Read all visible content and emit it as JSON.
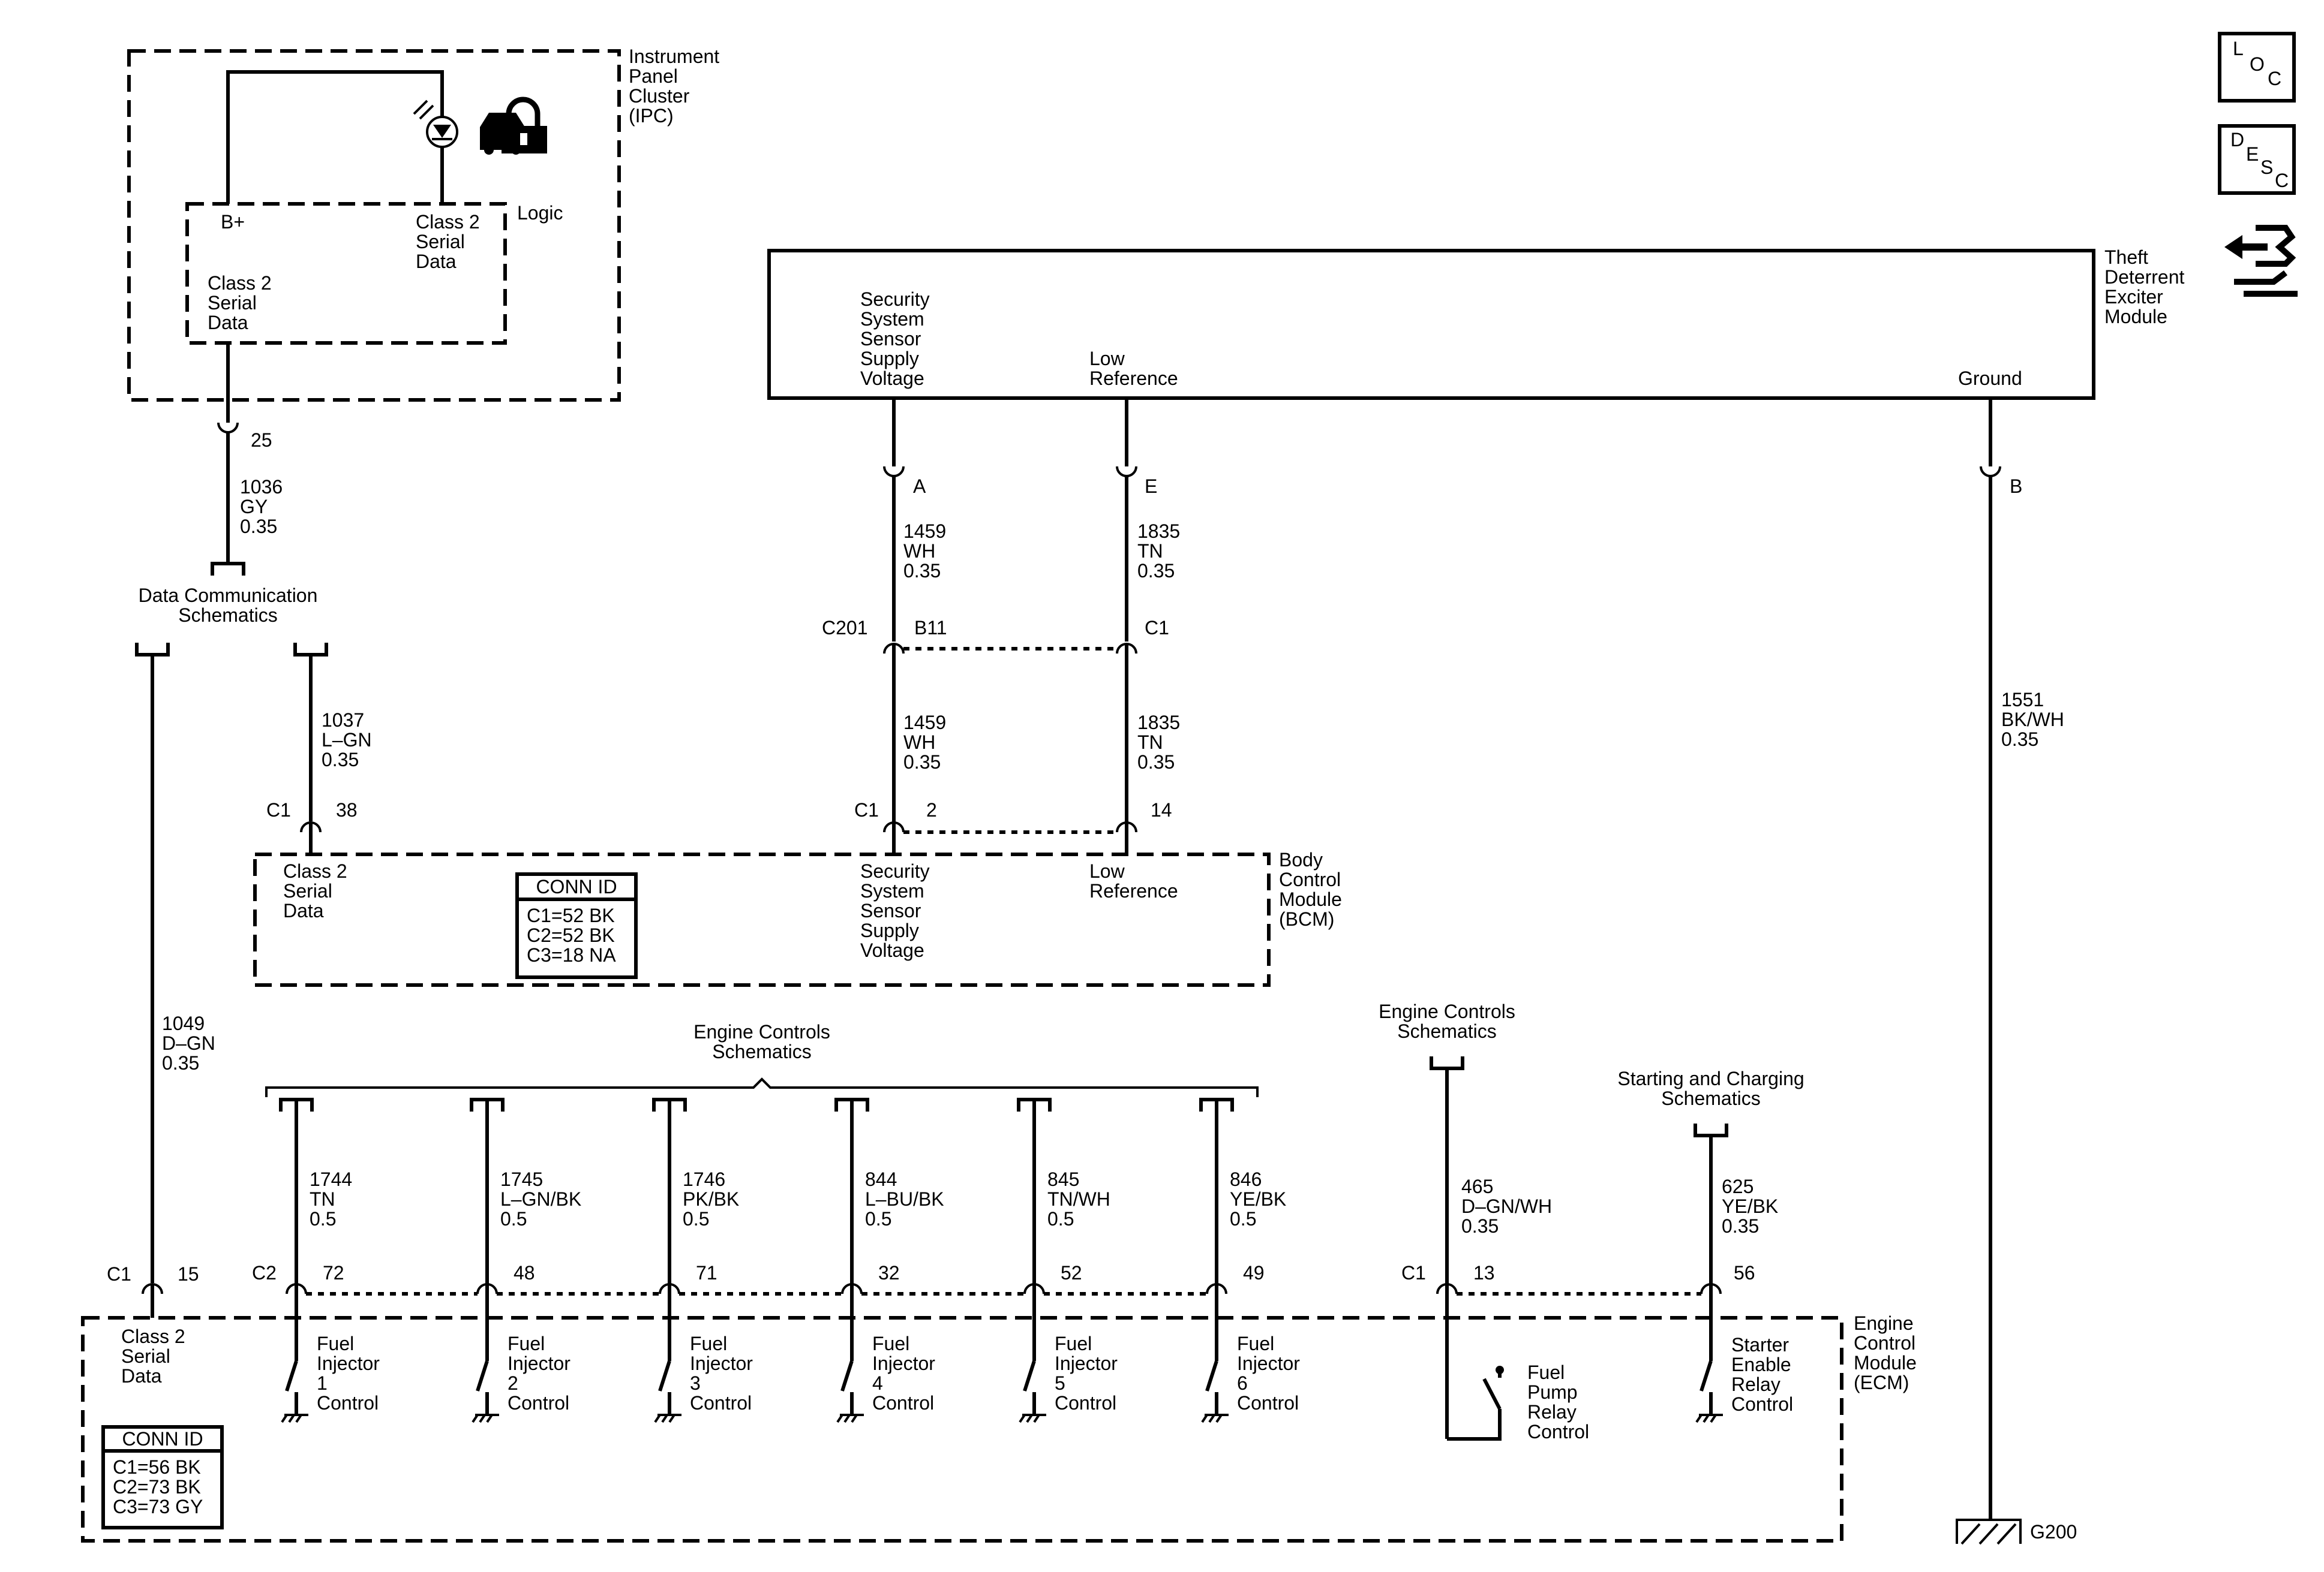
{
  "ipc": {
    "name": [
      "Instrument",
      "Panel",
      "Cluster",
      "(IPC)"
    ],
    "logic": "Logic",
    "bplus": "B+",
    "class2_right": [
      "Class 2",
      "Serial",
      "Data"
    ],
    "class2_left": [
      "Class 2",
      "Serial",
      "Data"
    ],
    "pin": "25",
    "wire": [
      "1036",
      "GY",
      "0.35"
    ]
  },
  "datacomm": [
    "Data Communication",
    "Schematics"
  ],
  "wire_1037": [
    "1037",
    "L–GN",
    "0.35"
  ],
  "wire_1049": [
    "1049",
    "D–GN",
    "0.35"
  ],
  "tdem": {
    "name": [
      "Theft",
      "Deterrent",
      "Exciter",
      "Module"
    ],
    "security": [
      "Security",
      "System",
      "Sensor",
      "Supply",
      "Voltage"
    ],
    "lowref": [
      "Low",
      "Reference"
    ],
    "ground": "Ground",
    "pins": {
      "a": "A",
      "e": "E",
      "b": "B"
    }
  },
  "wire_1459_top": [
    "1459",
    "WH",
    "0.35"
  ],
  "wire_1835_top": [
    "1835",
    "TN",
    "0.35"
  ],
  "c201": {
    "conn": "C201",
    "b11": "B11",
    "c1": "C1"
  },
  "wire_1459_bot": [
    "1459",
    "WH",
    "0.35"
  ],
  "wire_1835_bot": [
    "1835",
    "TN",
    "0.35"
  ],
  "wire_1551": [
    "1551",
    "BK/WH",
    "0.35"
  ],
  "bcm": {
    "name": [
      "Body",
      "Control",
      "Module",
      "(BCM)"
    ],
    "class2": [
      "Class 2",
      "Serial",
      "Data"
    ],
    "security": [
      "Security",
      "System",
      "Sensor",
      "Supply",
      "Voltage"
    ],
    "lowref": [
      "Low",
      "Reference"
    ],
    "c1_left": "C1",
    "pin38": "38",
    "c1_mid": "C1",
    "pin2": "2",
    "pin14": "14",
    "conn_title": "CONN ID",
    "conn": [
      "C1=52 BK",
      "C2=52 BK",
      "C3=18 NA"
    ]
  },
  "engine_schem": [
    "Engine Controls",
    "Schematics"
  ],
  "engine_schem2": [
    "Engine Controls",
    "Schematics"
  ],
  "starting_schem": [
    "Starting and Charging",
    "Schematics"
  ],
  "injector_wires": [
    {
      "circuit": "1744",
      "color": "TN",
      "size": "0.5",
      "pin": "72",
      "label": [
        "Fuel",
        "Injector",
        "1",
        "Control"
      ]
    },
    {
      "circuit": "1745",
      "color": "L–GN/BK",
      "size": "0.5",
      "pin": "48",
      "label": [
        "Fuel",
        "Injector",
        "2",
        "Control"
      ]
    },
    {
      "circuit": "1746",
      "color": "PK/BK",
      "size": "0.5",
      "pin": "71",
      "label": [
        "Fuel",
        "Injector",
        "3",
        "Control"
      ]
    },
    {
      "circuit": "844",
      "color": "L–BU/BK",
      "size": "0.5",
      "pin": "32",
      "label": [
        "Fuel",
        "Injector",
        "4",
        "Control"
      ]
    },
    {
      "circuit": "845",
      "color": "TN/WH",
      "size": "0.5",
      "pin": "52",
      "label": [
        "Fuel",
        "Injector",
        "5",
        "Control"
      ]
    },
    {
      "circuit": "846",
      "color": "YE/BK",
      "size": "0.5",
      "pin": "49",
      "label": [
        "Fuel",
        "Injector",
        "6",
        "Control"
      ]
    }
  ],
  "wire_465": [
    "465",
    "D–GN/WH",
    "0.35"
  ],
  "wire_625": [
    "625",
    "YE/BK",
    "0.35"
  ],
  "ecm": {
    "name": [
      "Engine",
      "Control",
      "Module",
      "(ECM)"
    ],
    "class2": [
      "Class 2",
      "Serial",
      "Data"
    ],
    "c1_left": "C1",
    "pin15": "15",
    "c2": "C2",
    "c1_right": "C1",
    "pin13": "13",
    "pin56": "56",
    "fuelpump": [
      "Fuel",
      "Pump",
      "Relay",
      "Control"
    ],
    "starter": [
      "Starter",
      "Enable",
      "Relay",
      "Control"
    ],
    "conn_title": "CONN ID",
    "conn": [
      "C1=56 BK",
      "C2=73 BK",
      "C3=73 GY"
    ]
  },
  "ground_id": "G200",
  "icons": {
    "loc": [
      "L",
      "O",
      "C"
    ],
    "desc": [
      "D",
      "E",
      "S",
      "C"
    ]
  }
}
